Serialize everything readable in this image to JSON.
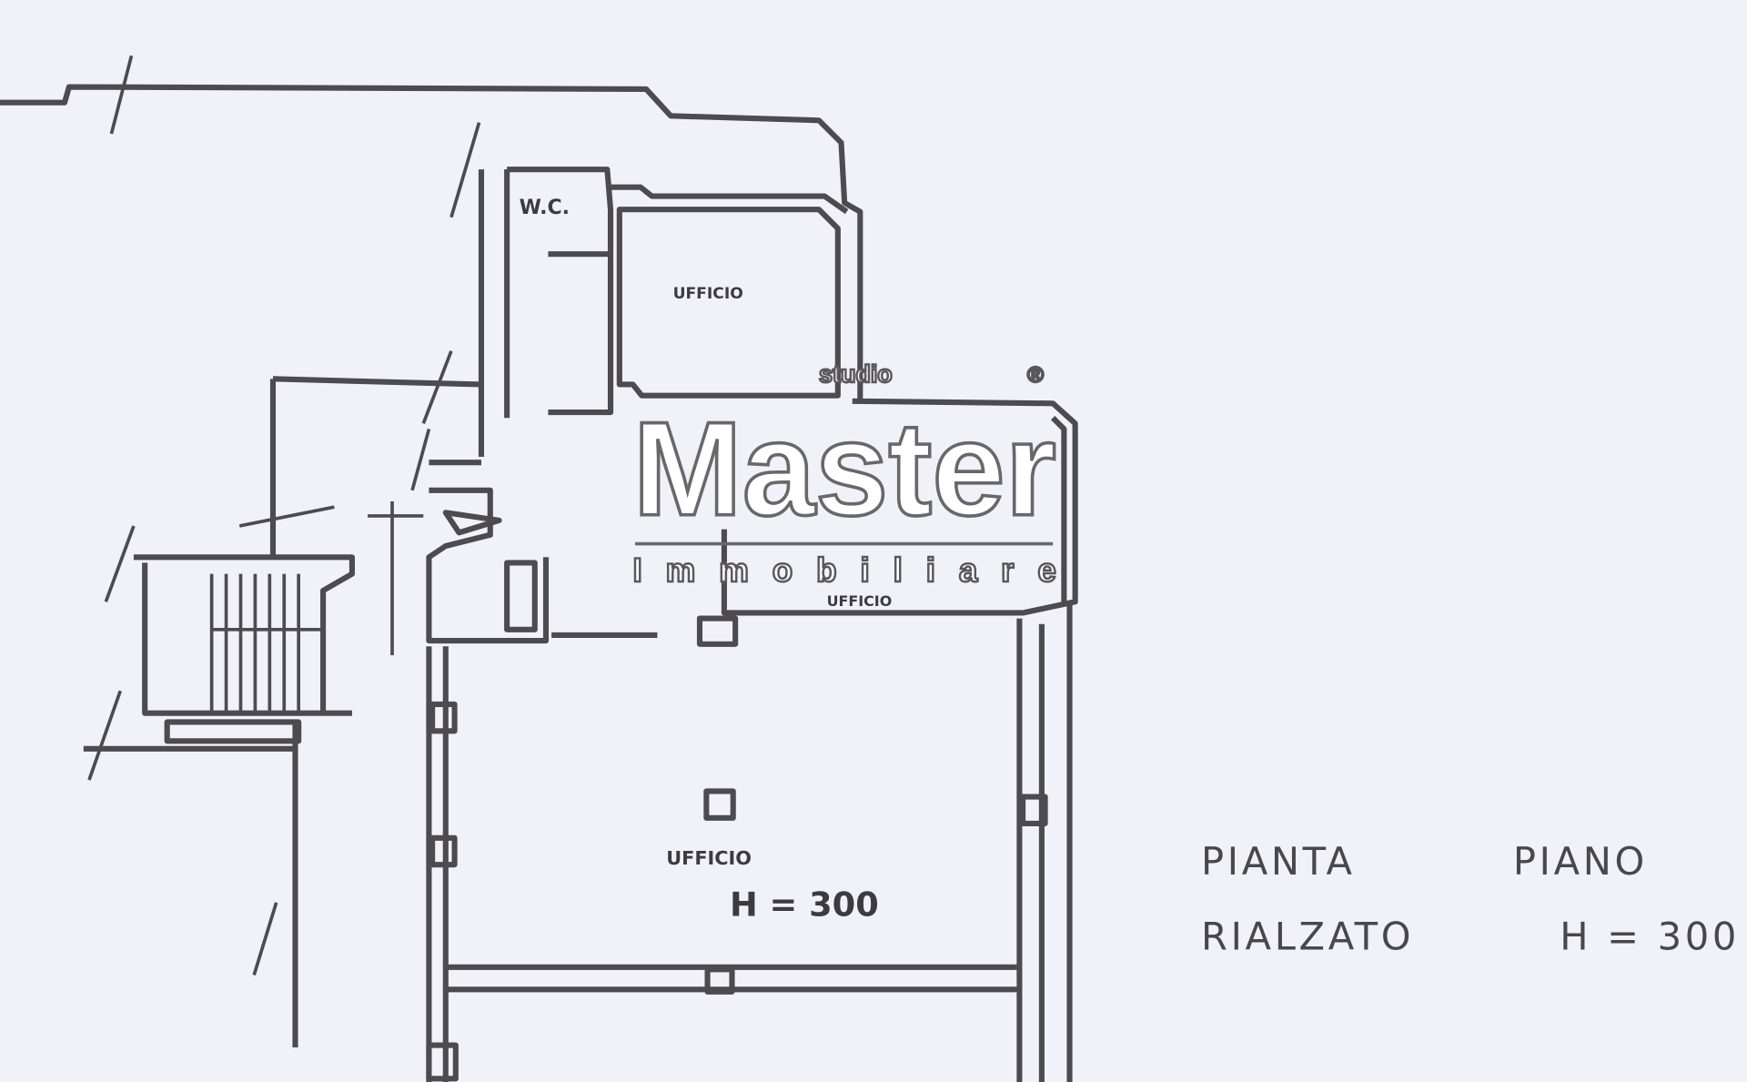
{
  "plan": {
    "rooms": {
      "wc": "W.C.",
      "office_top": "UFFICIO",
      "office_middle": "UFFICIO",
      "office_main": "UFFICIO",
      "office_main_height": "H = 300"
    },
    "title": {
      "line1_a": "PIANTA",
      "line1_b": "PIANO",
      "line2_a": "RIALZATO",
      "line2_b": "H = 300"
    }
  },
  "watermark": {
    "small": "studio",
    "brand": "Master",
    "registered": "®",
    "sub": "Immobiliare"
  },
  "colors": {
    "background": "#f1f2f8",
    "ink": "#4d4a50"
  }
}
